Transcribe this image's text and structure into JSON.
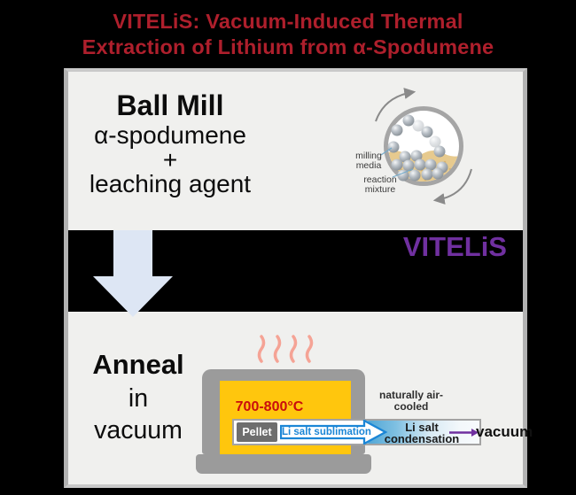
{
  "title": {
    "line1": "VITELiS: Vacuum-Induced Thermal",
    "line2": "Extraction of Lithium from α-Spodumene"
  },
  "ball_mill_step": {
    "heading": "Ball Mill",
    "reagent1": "α-spodumene",
    "plus": "+",
    "reagent2": "leaching agent",
    "mill_labels": {
      "milling_media": "milling media",
      "reaction_mixture": "reaction mixture"
    }
  },
  "process_band": {
    "brand": "VITELiS"
  },
  "anneal_step": {
    "heading": "Anneal",
    "line2": "in",
    "line3": "vacuum",
    "furnace": {
      "temperature": "700-800°C",
      "pellet_label": "Pellet",
      "sublimation_label": "Li salt sublimation",
      "cooling_label": "naturally air-cooled",
      "condensation_label": "Li salt condensation",
      "vacuum_label": "vacuum"
    }
  },
  "icons": {
    "down_arrow": "thick-down-arrow",
    "heat_waves": "four-wavy-heat-lines",
    "mill_rotation": "curved-rotation-arrows",
    "vacuum_arrow": "purple-right-arrow"
  },
  "colors": {
    "title_red": "#ae1f2c",
    "brand_purple": "#7030a0",
    "furnace_yellow": "#ffc60d",
    "temperature_red": "#c90d0d",
    "sublimation_blue": "#1b86d6",
    "condenser_blue": "#54a8d6",
    "heat_salmon": "#f5a395",
    "panel_gray": "#f0f0ee",
    "metal_gray": "#9b9b9b",
    "arrow_pale_blue": "#dde6f4"
  }
}
